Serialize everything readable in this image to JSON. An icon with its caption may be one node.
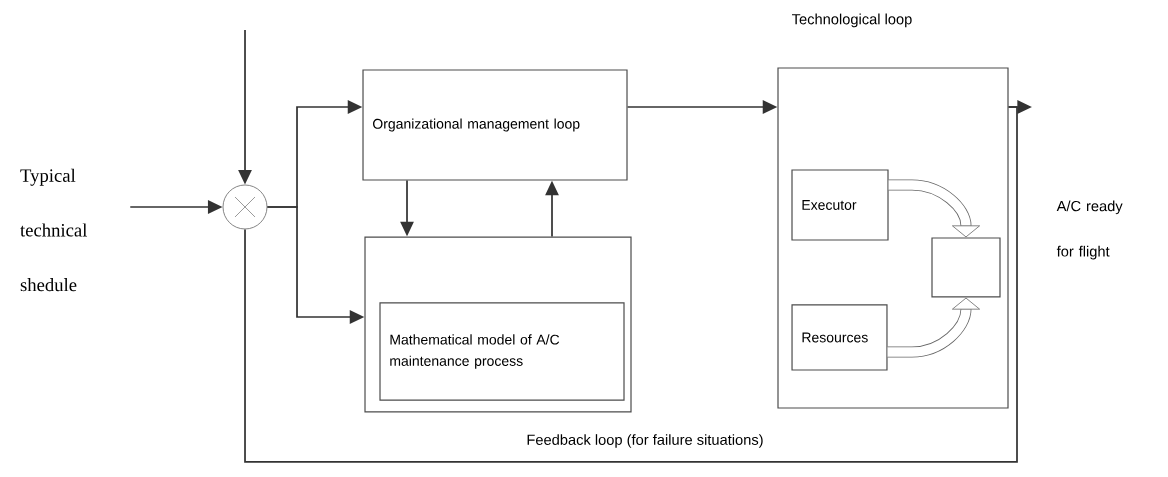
{
  "diagram": {
    "nodes": [
      {
        "text": [
          "Typical technical shedule"
        ]
      },
      {
        "text": [],
        "shape": "circle"
      },
      {
        "text": [
          "Organizational management loop"
        ]
      },
      {
        "text": [],
        "shape": "box"
      },
      {
        "text": [
          "Mathematical model of A/C maintenance process"
        ],
        "in": 3
      },
      {
        "text": [
          "Technological loop"
        ]
      },
      {
        "text": [
          "Executor"
        ],
        "in": 5
      },
      {
        "text": [
          "Resources"
        ],
        "in": 5
      },
      {
        "text": [],
        "shape": "box",
        "in": 5
      }
    ],
    "edges": [
      {
        "from": 0,
        "to": 1,
        "arrow": "to"
      },
      {
        "from": null,
        "to": 1,
        "arrow": "to"
      },
      {
        "from": 1,
        "to": 2,
        "arrow": "to"
      },
      {
        "from": 1,
        "to": 3,
        "arrow": "to"
      },
      {
        "from": 2,
        "to": 3,
        "arrow": "to"
      },
      {
        "from": 3,
        "to": 2,
        "arrow": "to"
      },
      {
        "from": 2,
        "to": 5,
        "arrow": "to"
      },
      {
        "from": 5,
        "to": null,
        "arrow": "to"
      },
      {
        "from": 5,
        "to": 1,
        "arrow": "none",
        "label": "Feedback loop (for failure situations)"
      },
      {
        "from": 6,
        "to": 8,
        "arrow": "to",
        "style": "thick"
      },
      {
        "from": 7,
        "to": 8,
        "arrow": "to",
        "style": "thick"
      }
    ],
    "labels": [
      "A/C ready for flight"
    ]
  }
}
